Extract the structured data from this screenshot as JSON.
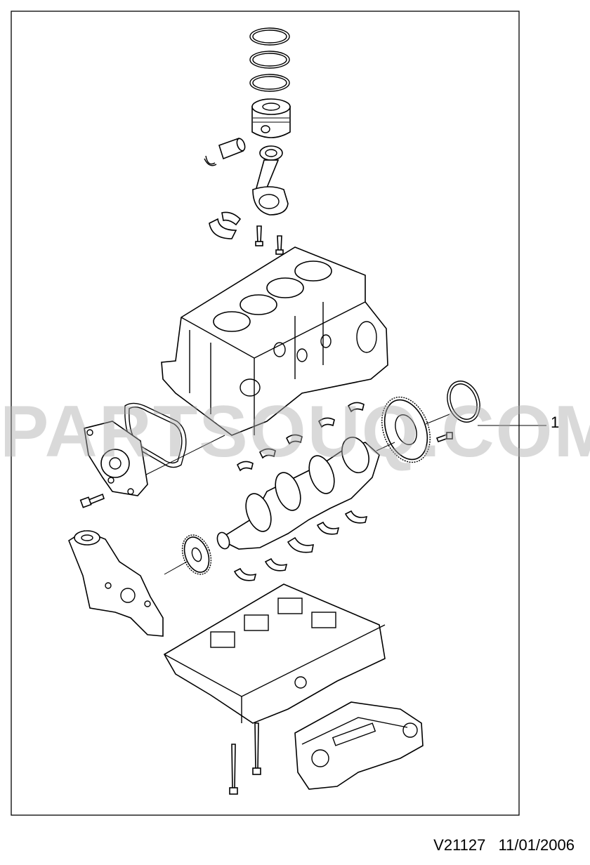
{
  "diagram": {
    "callout": "1",
    "watermark": "PARTSOUQ.COM",
    "footer": {
      "code": "V21127",
      "date": "11/01/2006"
    },
    "parts": [
      "piston-ring",
      "piston",
      "piston-pin",
      "snap-ring",
      "connecting-rod",
      "rod-bearing-shell",
      "rod-bolt",
      "cylinder-block",
      "water-pump",
      "water-pump-gasket",
      "crankshaft",
      "main-bearing-shell",
      "thrust-washer",
      "timing-gear",
      "crankshaft-seal",
      "flywheel-plate",
      "oil-pump-housing",
      "bedplate",
      "oil-pump-balancer",
      "bedplate-bolt"
    ]
  }
}
